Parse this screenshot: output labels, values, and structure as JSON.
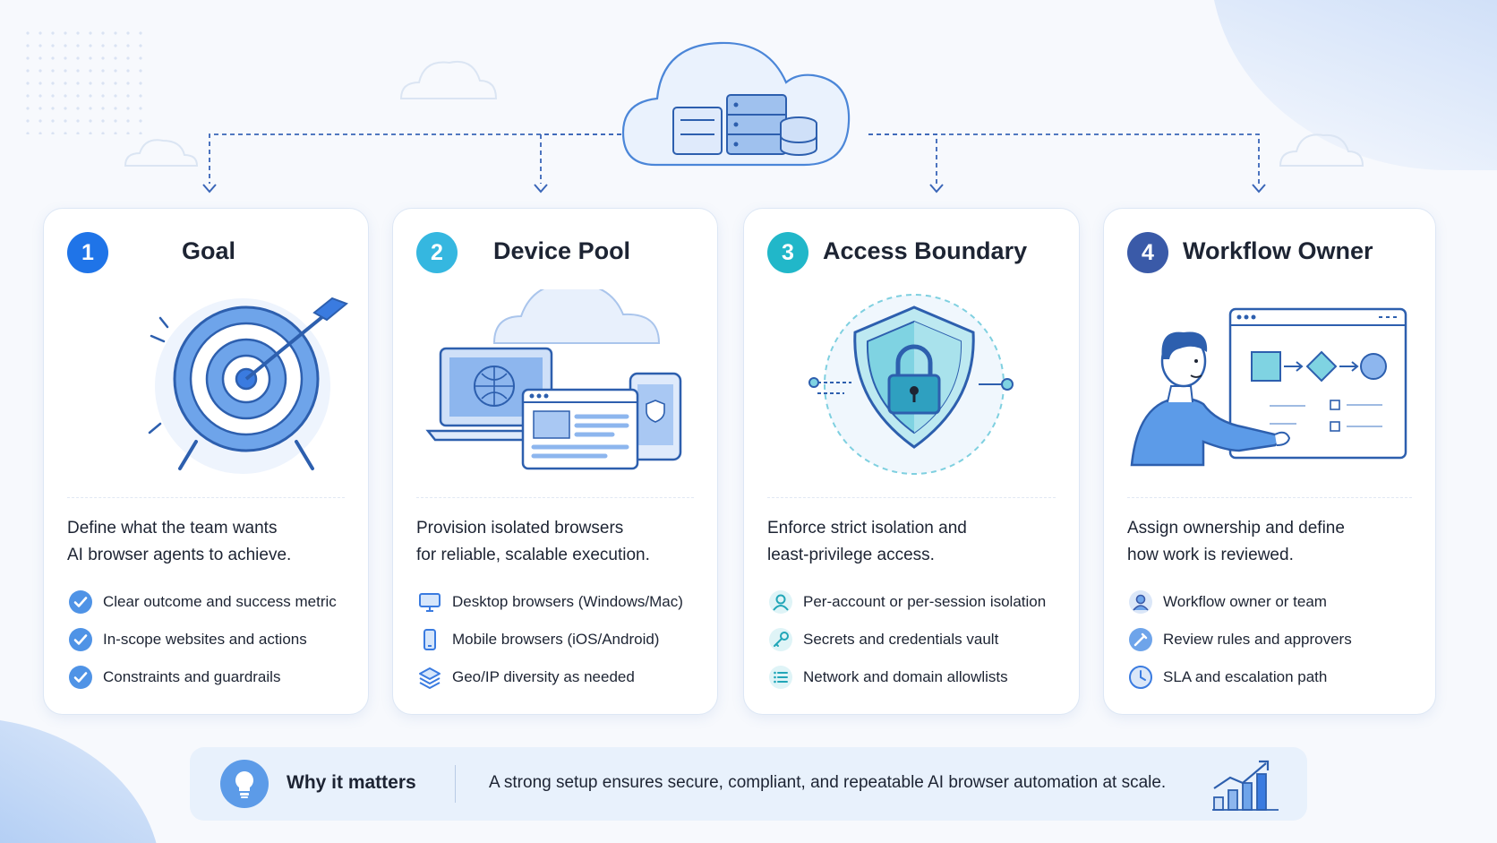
{
  "cards": [
    {
      "number": "1",
      "title": "Goal",
      "desc_line1": "Define what the team wants",
      "desc_line2": "AI browser agents to achieve.",
      "items": [
        {
          "icon": "check-circle-icon",
          "label": "Clear outcome and success metric"
        },
        {
          "icon": "check-circle-icon",
          "label": "In-scope websites and actions"
        },
        {
          "icon": "check-circle-icon",
          "label": "Constraints and guardrails"
        }
      ]
    },
    {
      "number": "2",
      "title": "Device Pool",
      "desc_line1": "Provision isolated browsers",
      "desc_line2": "for reliable, scalable execution.",
      "items": [
        {
          "icon": "desktop-icon",
          "label": "Desktop browsers (Windows/Mac)"
        },
        {
          "icon": "mobile-icon",
          "label": "Mobile browsers (iOS/Android)"
        },
        {
          "icon": "layers-icon",
          "label": "Geo/IP diversity as needed"
        }
      ]
    },
    {
      "number": "3",
      "title": "Access Boundary",
      "desc_line1": "Enforce strict isolation and",
      "desc_line2": "least-privilege access.",
      "items": [
        {
          "icon": "user-icon",
          "label": "Per-account or per-session isolation"
        },
        {
          "icon": "key-icon",
          "label": "Secrets and credentials vault"
        },
        {
          "icon": "list-icon",
          "label": "Network and domain allowlists"
        }
      ]
    },
    {
      "number": "4",
      "title": "Workflow Owner",
      "desc_line1": "Assign ownership and define",
      "desc_line2": "how work is reviewed.",
      "items": [
        {
          "icon": "user-icon",
          "label": "Workflow owner or team"
        },
        {
          "icon": "pen-icon",
          "label": "Review rules and approvers"
        },
        {
          "icon": "clock-icon",
          "label": "SLA and escalation path"
        }
      ]
    }
  ],
  "banner": {
    "title": "Why it matters",
    "text": "A strong setup ensures secure, compliant, and repeatable AI browser automation at scale."
  },
  "colors": {
    "accent_1": "#1f74e8",
    "accent_2": "#35b7e0",
    "accent_3": "#21b7c9",
    "accent_4": "#3a5aa8",
    "text": "#1d2433"
  }
}
